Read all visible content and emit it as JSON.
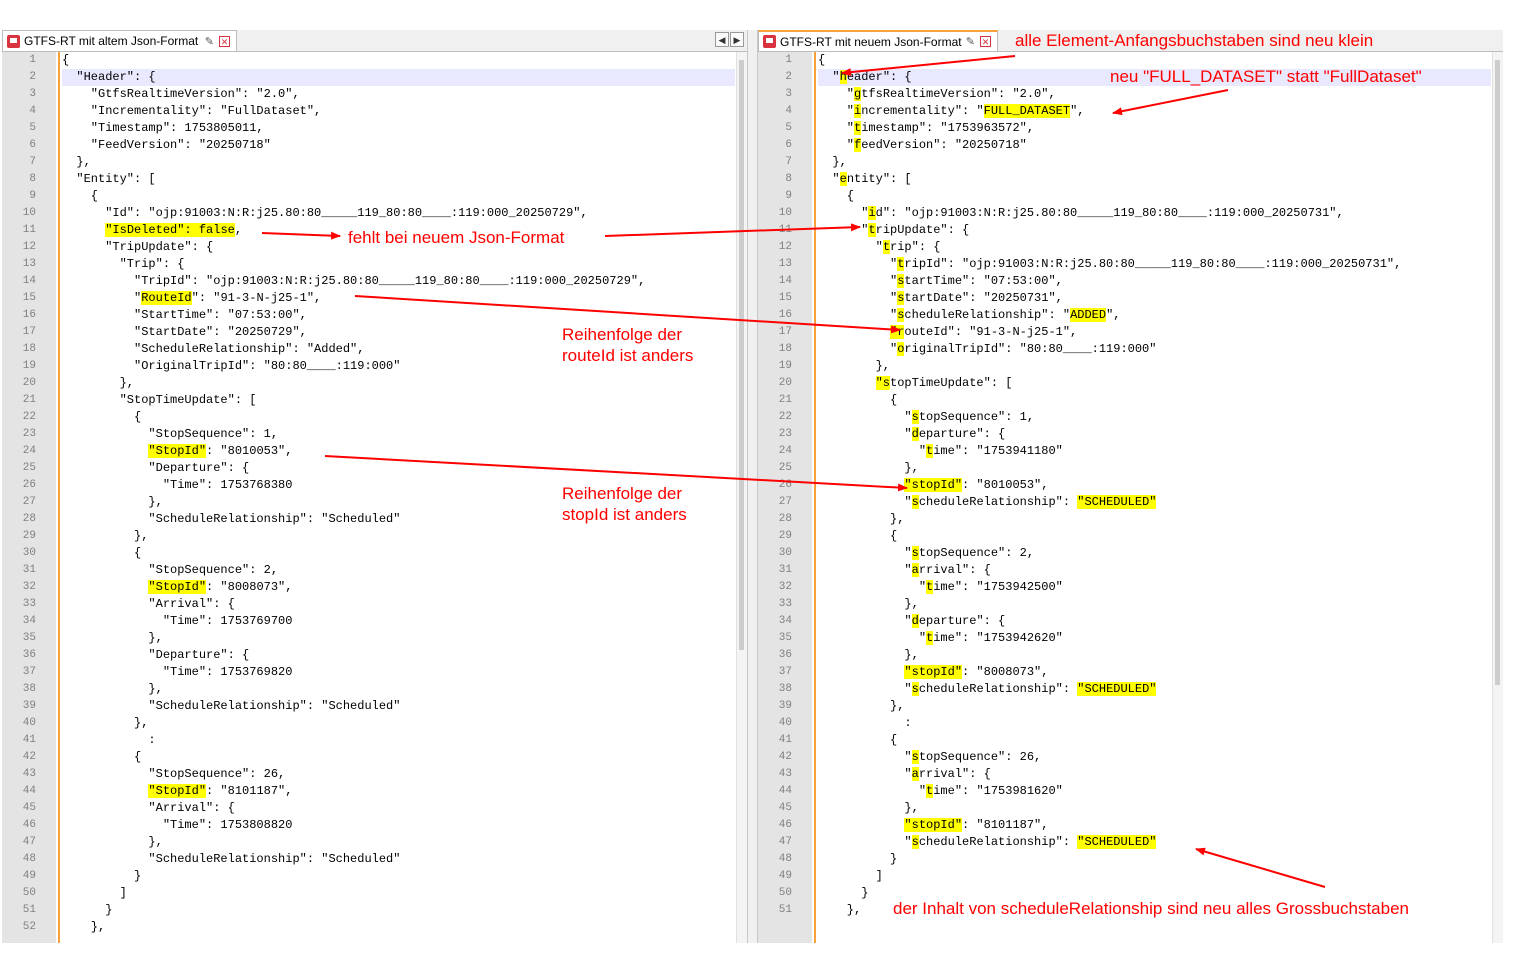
{
  "left_pane": {
    "tab_title": "GTFS-RT mit altem Json-Format",
    "lines": [
      [
        {
          "t": "{"
        }
      ],
      [
        {
          "t": "  \"Header\": {"
        }
      ],
      [
        {
          "t": "    \"GtfsRealtimeVersion\": \"2.0\","
        }
      ],
      [
        {
          "t": "    \"Incrementality\": \"FullDataset\","
        }
      ],
      [
        {
          "t": "    \"Timestamp\": 1753805011,"
        }
      ],
      [
        {
          "t": "    \"FeedVersion\": \"20250718\""
        }
      ],
      [
        {
          "t": "  },"
        }
      ],
      [
        {
          "t": "  \"Entity\": ["
        }
      ],
      [
        {
          "t": "    {"
        }
      ],
      [
        {
          "t": "      \"Id\": \"ojp:91003:N:R:j25.80:80_____119_80:80____:119:000_20250729\","
        }
      ],
      [
        {
          "t": "      "
        },
        {
          "t": "\"IsDeleted\": false",
          "h": 1
        },
        {
          "t": ","
        }
      ],
      [
        {
          "t": "      \"TripUpdate\": {"
        }
      ],
      [
        {
          "t": "        \"Trip\": {"
        }
      ],
      [
        {
          "t": "          \"TripId\": \"ojp:91003:N:R:j25.80:80_____119_80:80____:119:000_20250729\","
        }
      ],
      [
        {
          "t": "          \""
        },
        {
          "t": "RouteId",
          "h": 1
        },
        {
          "t": "\": \"91-3-N-j25-1\","
        }
      ],
      [
        {
          "t": "          \"StartTime\": \"07:53:00\","
        }
      ],
      [
        {
          "t": "          \"StartDate\": \"20250729\","
        }
      ],
      [
        {
          "t": "          \"ScheduleRelationship\": \"Added\","
        }
      ],
      [
        {
          "t": "          \"OriginalTripId\": \"80:80____:119:000\""
        }
      ],
      [
        {
          "t": "        },"
        }
      ],
      [
        {
          "t": "        \"StopTimeUpdate\": ["
        }
      ],
      [
        {
          "t": "          {"
        }
      ],
      [
        {
          "t": "            \"StopSequence\": 1,"
        }
      ],
      [
        {
          "t": "            "
        },
        {
          "t": "\"StopId\"",
          "h": 1
        },
        {
          "t": ": \"8010053\","
        }
      ],
      [
        {
          "t": "            \"Departure\": {"
        }
      ],
      [
        {
          "t": "              \"Time\": 1753768380"
        }
      ],
      [
        {
          "t": "            },"
        }
      ],
      [
        {
          "t": "            \"ScheduleRelationship\": \"Scheduled\""
        }
      ],
      [
        {
          "t": "          },"
        }
      ],
      [
        {
          "t": "          {"
        }
      ],
      [
        {
          "t": "            \"StopSequence\": 2,"
        }
      ],
      [
        {
          "t": "            "
        },
        {
          "t": "\"StopId\"",
          "h": 1
        },
        {
          "t": ": \"8008073\","
        }
      ],
      [
        {
          "t": "            \"Arrival\": {"
        }
      ],
      [
        {
          "t": "              \"Time\": 1753769700"
        }
      ],
      [
        {
          "t": "            },"
        }
      ],
      [
        {
          "t": "            \"Departure\": {"
        }
      ],
      [
        {
          "t": "              \"Time\": 1753769820"
        }
      ],
      [
        {
          "t": "            },"
        }
      ],
      [
        {
          "t": "            \"ScheduleRelationship\": \"Scheduled\""
        }
      ],
      [
        {
          "t": "          },"
        }
      ],
      [
        {
          "t": "            :"
        }
      ],
      [
        {
          "t": "          {"
        }
      ],
      [
        {
          "t": "            \"StopSequence\": 26,"
        }
      ],
      [
        {
          "t": "            "
        },
        {
          "t": "\"StopId\"",
          "h": 1
        },
        {
          "t": ": \"8101187\","
        }
      ],
      [
        {
          "t": "            \"Arrival\": {"
        }
      ],
      [
        {
          "t": "              \"Time\": 1753808820"
        }
      ],
      [
        {
          "t": "            },"
        }
      ],
      [
        {
          "t": "            \"ScheduleRelationship\": \"Scheduled\""
        }
      ],
      [
        {
          "t": "          }"
        }
      ],
      [
        {
          "t": "        ]"
        }
      ],
      [
        {
          "t": "      }"
        }
      ],
      [
        {
          "t": "    },"
        }
      ]
    ]
  },
  "right_pane": {
    "tab_title": "GTFS-RT mit neuem Json-Format",
    "lines": [
      [
        {
          "t": "{"
        }
      ],
      [
        {
          "t": "  \""
        },
        {
          "t": "h",
          "h": 1
        },
        {
          "t": "eader\": {"
        }
      ],
      [
        {
          "t": "    \""
        },
        {
          "t": "g",
          "h": 1
        },
        {
          "t": "tfsRealtimeVersion\": \"2.0\","
        }
      ],
      [
        {
          "t": "    \""
        },
        {
          "t": "i",
          "h": 1
        },
        {
          "t": "ncrementality\": \""
        },
        {
          "t": "FULL_DATASET",
          "h": 1
        },
        {
          "t": "\","
        }
      ],
      [
        {
          "t": "    \""
        },
        {
          "t": "t",
          "h": 1
        },
        {
          "t": "imestamp\": \"1753963572\","
        }
      ],
      [
        {
          "t": "    \""
        },
        {
          "t": "f",
          "h": 1
        },
        {
          "t": "eedVersion\": \"20250718\""
        }
      ],
      [
        {
          "t": "  },"
        }
      ],
      [
        {
          "t": "  \""
        },
        {
          "t": "e",
          "h": 1
        },
        {
          "t": "ntity\": ["
        }
      ],
      [
        {
          "t": "    {"
        }
      ],
      [
        {
          "t": "      \""
        },
        {
          "t": "i",
          "h": 1
        },
        {
          "t": "d\": \"ojp:91003:N:R:j25.80:80_____119_80:80____:119:000_20250731\","
        }
      ],
      [
        {
          "t": "      \""
        },
        {
          "t": "t",
          "h": 1
        },
        {
          "t": "ripUpdate\": {"
        }
      ],
      [
        {
          "t": "        \""
        },
        {
          "t": "t",
          "h": 1
        },
        {
          "t": "rip\": {"
        }
      ],
      [
        {
          "t": "          \""
        },
        {
          "t": "t",
          "h": 1
        },
        {
          "t": "ripId\": \"ojp:91003:N:R:j25.80:80_____119_80:80____:119:000_20250731\","
        }
      ],
      [
        {
          "t": "          \""
        },
        {
          "t": "s",
          "h": 1
        },
        {
          "t": "tartTime\": \"07:53:00\","
        }
      ],
      [
        {
          "t": "          \""
        },
        {
          "t": "s",
          "h": 1
        },
        {
          "t": "tartDate\": \"20250731\","
        }
      ],
      [
        {
          "t": "          \""
        },
        {
          "t": "s",
          "h": 1
        },
        {
          "t": "cheduleRelationship\": \""
        },
        {
          "t": "ADDED",
          "h": 1
        },
        {
          "t": "\","
        }
      ],
      [
        {
          "t": "          "
        },
        {
          "t": "\"r",
          "h": 1
        },
        {
          "t": "outeId\": \"91-3-N-j25-1\","
        }
      ],
      [
        {
          "t": "          \""
        },
        {
          "t": "o",
          "h": 1
        },
        {
          "t": "riginalTripId\": \"80:80____:119:000\""
        }
      ],
      [
        {
          "t": "        },"
        }
      ],
      [
        {
          "t": "        "
        },
        {
          "t": "\"s",
          "h": 1
        },
        {
          "t": "topTimeUpdate\": ["
        }
      ],
      [
        {
          "t": "          {"
        }
      ],
      [
        {
          "t": "            \""
        },
        {
          "t": "s",
          "h": 1
        },
        {
          "t": "topSequence\": 1,"
        }
      ],
      [
        {
          "t": "            \""
        },
        {
          "t": "d",
          "h": 1
        },
        {
          "t": "eparture\": {"
        }
      ],
      [
        {
          "t": "              \""
        },
        {
          "t": "t",
          "h": 1
        },
        {
          "t": "ime\": \"1753941180\""
        }
      ],
      [
        {
          "t": "            },"
        }
      ],
      [
        {
          "t": "            "
        },
        {
          "t": "\"stopId\"",
          "h": 1
        },
        {
          "t": ": \"8010053\","
        }
      ],
      [
        {
          "t": "            \""
        },
        {
          "t": "s",
          "h": 1
        },
        {
          "t": "cheduleRelationship\": "
        },
        {
          "t": "\"SCHEDULED\"",
          "h": 1
        }
      ],
      [
        {
          "t": "          },"
        }
      ],
      [
        {
          "t": "          {"
        }
      ],
      [
        {
          "t": "            \""
        },
        {
          "t": "s",
          "h": 1
        },
        {
          "t": "topSequence\": 2,"
        }
      ],
      [
        {
          "t": "            \""
        },
        {
          "t": "a",
          "h": 1
        },
        {
          "t": "rrival\": {"
        }
      ],
      [
        {
          "t": "              \""
        },
        {
          "t": "t",
          "h": 1
        },
        {
          "t": "ime\": \"1753942500\""
        }
      ],
      [
        {
          "t": "            },"
        }
      ],
      [
        {
          "t": "            \""
        },
        {
          "t": "d",
          "h": 1
        },
        {
          "t": "eparture\": {"
        }
      ],
      [
        {
          "t": "              \""
        },
        {
          "t": "t",
          "h": 1
        },
        {
          "t": "ime\": \"1753942620\""
        }
      ],
      [
        {
          "t": "            },"
        }
      ],
      [
        {
          "t": "            "
        },
        {
          "t": "\"stopId\"",
          "h": 1
        },
        {
          "t": ": \"8008073\","
        }
      ],
      [
        {
          "t": "            \""
        },
        {
          "t": "s",
          "h": 1
        },
        {
          "t": "cheduleRelationship\": "
        },
        {
          "t": "\"SCHEDULED\"",
          "h": 1
        }
      ],
      [
        {
          "t": "          },"
        }
      ],
      [
        {
          "t": "            :"
        }
      ],
      [
        {
          "t": "          {"
        }
      ],
      [
        {
          "t": "            \""
        },
        {
          "t": "s",
          "h": 1
        },
        {
          "t": "topSequence\": 26,"
        }
      ],
      [
        {
          "t": "            \""
        },
        {
          "t": "a",
          "h": 1
        },
        {
          "t": "rrival\": {"
        }
      ],
      [
        {
          "t": "              \""
        },
        {
          "t": "t",
          "h": 1
        },
        {
          "t": "ime\": \"1753981620\""
        }
      ],
      [
        {
          "t": "            },"
        }
      ],
      [
        {
          "t": "            "
        },
        {
          "t": "\"stopId\"",
          "h": 1
        },
        {
          "t": ": \"8101187\","
        }
      ],
      [
        {
          "t": "            \""
        },
        {
          "t": "s",
          "h": 1
        },
        {
          "t": "cheduleRelationship\": "
        },
        {
          "t": "\"SCHEDULED\"",
          "h": 1
        }
      ],
      [
        {
          "t": "          }"
        }
      ],
      [
        {
          "t": "        ]"
        }
      ],
      [
        {
          "t": "      }"
        }
      ],
      [
        {
          "t": "    },"
        }
      ]
    ]
  },
  "annotations": {
    "lowercase_keys": "alle Element-Anfangsbuchstaben sind neu klein",
    "full_dataset": "neu \"FULL_DATASET\" statt \"FullDataset\"",
    "isdeleted_missing": "fehlt bei neuem Json-Format",
    "routeid_order_1": "Reihenfolge der",
    "routeid_order_2": "routeId ist anders",
    "stopid_order_1": "Reihenfolge der",
    "stopid_order_2": "stopId ist anders",
    "uppercase_values": "der Inhalt von scheduleRelationship sind neu alles Grossbuchstaben"
  },
  "colors": {
    "annotation": "#ff0000",
    "highlight": "#ffff00",
    "change_bar": "#f8a03c",
    "gutter": "#e4e4e4"
  }
}
